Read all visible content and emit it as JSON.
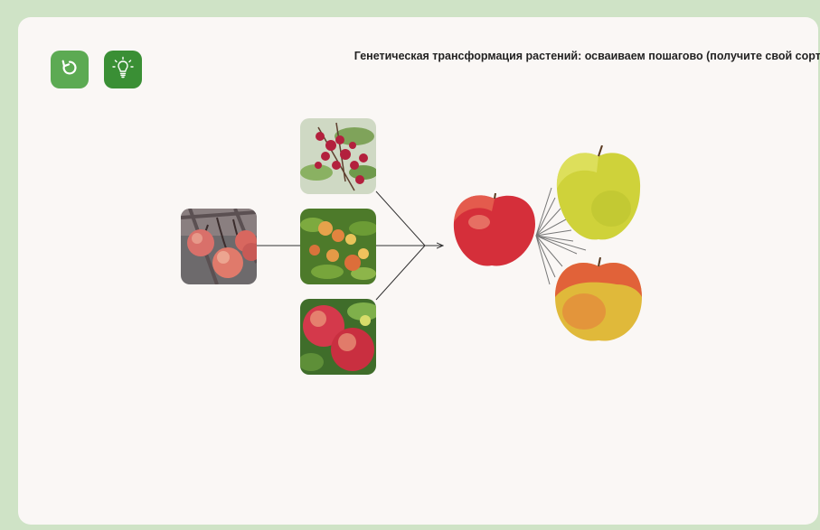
{
  "header": {
    "title": "Генетическая трансформация растений: осваиваем пошагово (получите свой сорт)"
  },
  "toolbar": {
    "reset_icon": "reset-icon",
    "hint_icon": "lightbulb-icon"
  },
  "diagram": {
    "parent_image": "crabapple-branch-photo",
    "variant_images": [
      "red-berries-photo",
      "yellow-orange-apples-photo",
      "red-apples-on-tree-photo"
    ],
    "result_image": "red-apple-photo",
    "offspring_images": [
      "green-yellow-apple-photo",
      "red-yellow-apple-photo"
    ]
  },
  "colors": {
    "background": "#cfe3c6",
    "card": "#faf7f5",
    "button_reset": "#5caa53",
    "button_hint": "#3a8f35"
  }
}
